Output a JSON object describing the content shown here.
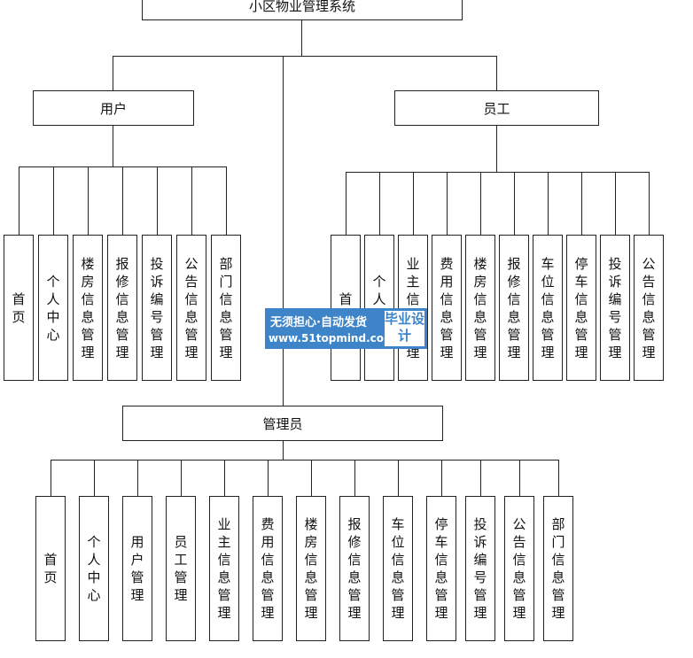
{
  "diagram": {
    "root": "小区物业管理系统",
    "roles": {
      "user": "用户",
      "staff": "员工",
      "admin": "管理员"
    },
    "user_modules": [
      "首页",
      "个人中心",
      "楼房信息管理",
      "报修信息管理",
      "投诉编号管理",
      "公告信息管理",
      "部门信息管理"
    ],
    "staff_modules": [
      "首页",
      "个人中心",
      "业主信息管理",
      "费用信息管理",
      "楼房信息管理",
      "报修信息管理",
      "车位信息管理",
      "停车信息管理",
      "投诉编号管理",
      "公告信息管理"
    ],
    "admin_modules": [
      "首页",
      "个人中心",
      "用户管理",
      "员工管理",
      "业主信息管理",
      "费用信息管理",
      "楼房信息管理",
      "报修信息管理",
      "车位信息管理",
      "停车信息管理",
      "投诉编号管理",
      "公告信息管理",
      "部门信息管理"
    ]
  },
  "watermark": {
    "line1": "无须担心·自动发货",
    "line2": "www.51topmind.com",
    "badge": "毕业设计",
    "color": "#3d84c8"
  }
}
